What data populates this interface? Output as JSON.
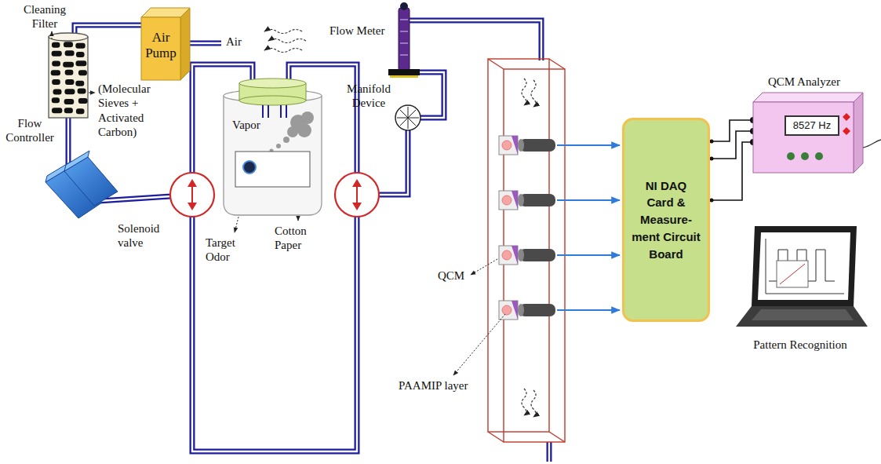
{
  "diagram": {
    "nodes": [
      {
        "text": [
          "Air Pump"
        ]
      },
      {
        "text": [
          "Vapor"
        ]
      },
      {
        "text": [
          "NI DAQ Card & Measure- ment Circuit Board"
        ]
      },
      {
        "text": [
          "QCM Analyzer"
        ]
      },
      {
        "text": [
          "8527 Hz"
        ],
        "in": 3
      },
      {
        "text": [
          "Pattern Recognition"
        ]
      }
    ],
    "edges": [
      {
        "from": 2,
        "to": 3,
        "arrow": "none"
      },
      {
        "from": 2,
        "to": 3,
        "arrow": "none"
      },
      {
        "from": 2,
        "to": 3,
        "arrow": "none"
      }
    ],
    "labels": [
      "Cleaning Filter",
      "Air",
      "(Molecular Sieves + Activated Carbon)",
      "Flow Controller",
      "Solenoid valve",
      "Target Odor",
      "Cotton Paper",
      "Flow Meter",
      "Manifold Device",
      "QCM",
      "PAAMIP layer"
    ]
  }
}
